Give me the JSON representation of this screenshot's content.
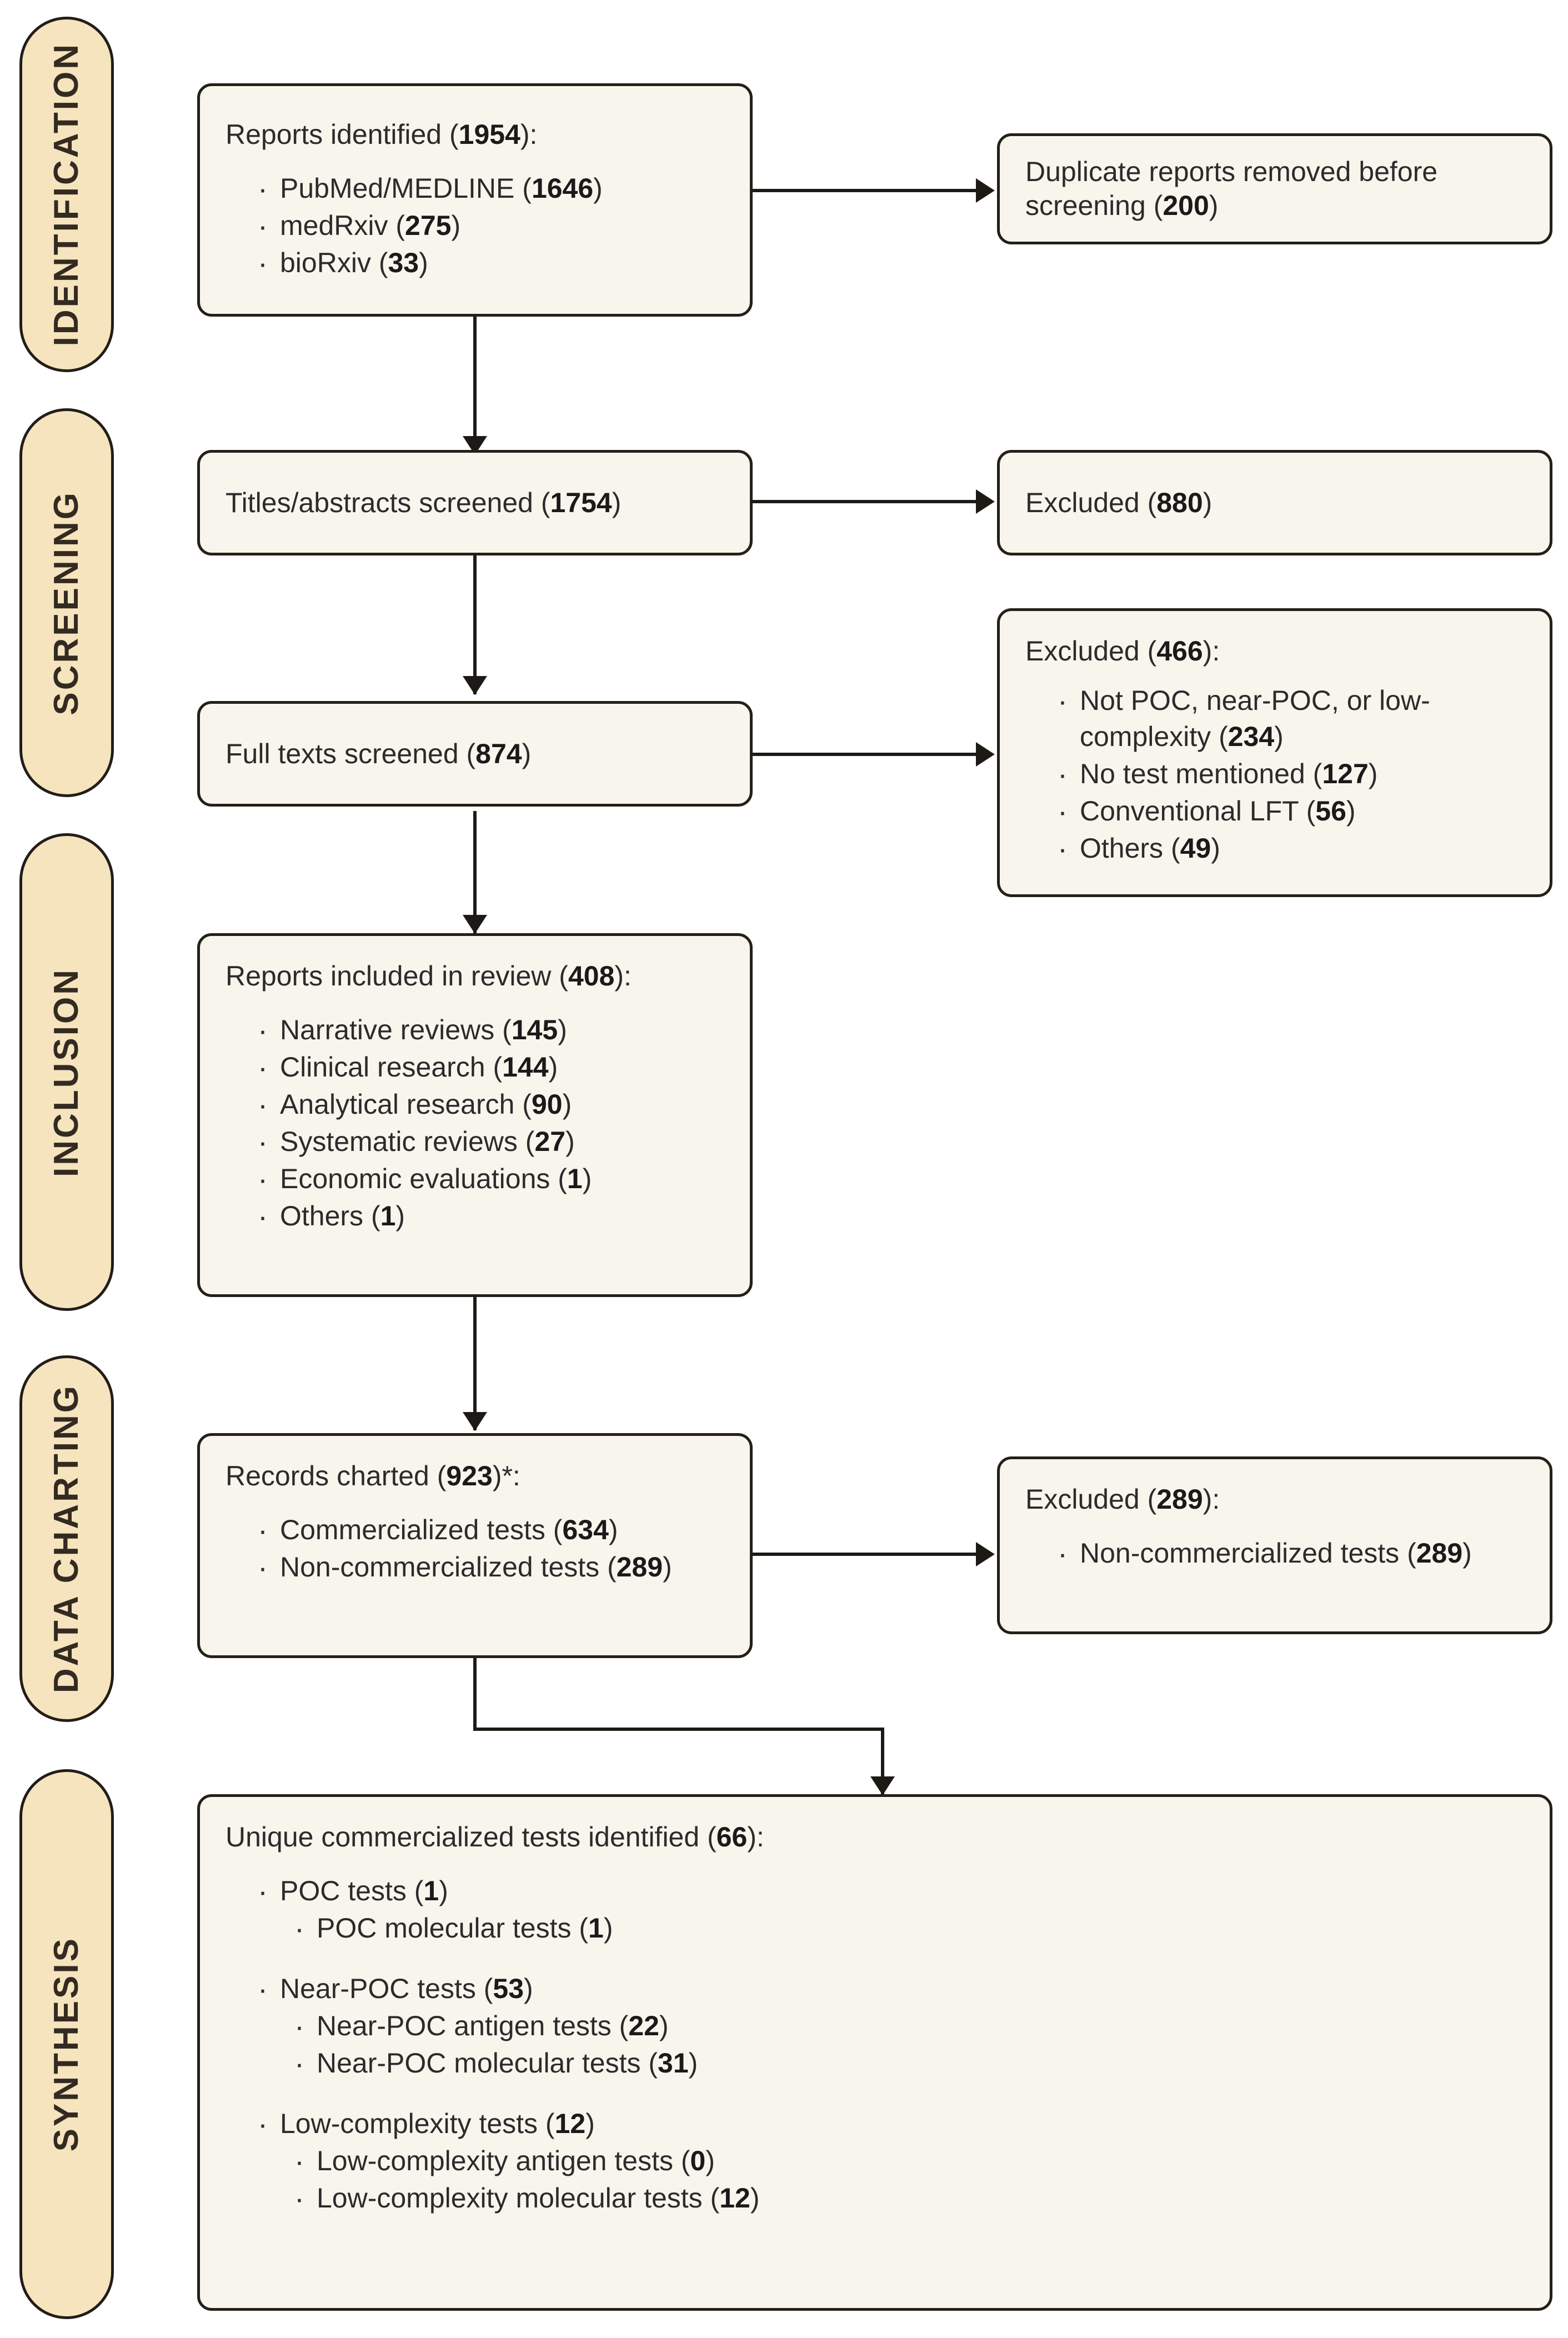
{
  "figure": {
    "type": "prisma-flow-diagram",
    "stages": [
      {
        "id": "identification",
        "label": "IDENTIFICATION"
      },
      {
        "id": "screening",
        "label": "SCREENING"
      },
      {
        "id": "inclusion",
        "label": "INCLUSION"
      },
      {
        "id": "data_charting",
        "label": "DATA CHARTING"
      },
      {
        "id": "synthesis",
        "label": "SYNTHESIS"
      }
    ],
    "colors": {
      "pill_fill": "#F6E4BE",
      "box_fill": "#F8F5ED",
      "stroke": "#242018",
      "text": "#2b2b2b"
    }
  },
  "boxes": {
    "reports_identified": {
      "title_pre": "Reports identified (",
      "title_num": "1954",
      "title_post": "):",
      "items": [
        {
          "pre": "PubMed/MEDLINE (",
          "num": "1646",
          "post": ")"
        },
        {
          "pre": "medRxiv (",
          "num": "275",
          "post": ")"
        },
        {
          "pre": "bioRxiv (",
          "num": "33",
          "post": ")"
        }
      ]
    },
    "duplicates_removed": {
      "title_pre": "Duplicate reports removed before screening (",
      "title_num": "200",
      "title_post": ")",
      "items": []
    },
    "titles_abstracts_screened": {
      "title_pre": "Titles/abstracts screened (",
      "title_num": "1754",
      "title_post": ")",
      "items": []
    },
    "excluded_880": {
      "title_pre": "Excluded (",
      "title_num": "880",
      "title_post": ")",
      "items": []
    },
    "full_texts_screened": {
      "title_pre": "Full texts screened (",
      "title_num": "874",
      "title_post": ")",
      "items": []
    },
    "excluded_466": {
      "title_pre": "Excluded (",
      "title_num": "466",
      "title_post": "):",
      "items": [
        {
          "pre": "Not POC, near-POC, or low-complexity (",
          "num": "234",
          "post": ")"
        },
        {
          "pre": "No test mentioned (",
          "num": "127",
          "post": ")"
        },
        {
          "pre": "Conventional LFT (",
          "num": "56",
          "post": ")"
        },
        {
          "pre": "Others (",
          "num": "49",
          "post": ")"
        }
      ]
    },
    "reports_included": {
      "title_pre": "Reports included in review (",
      "title_num": "408",
      "title_post": "):",
      "items": [
        {
          "pre": "Narrative reviews (",
          "num": "145",
          "post": ")"
        },
        {
          "pre": "Clinical research (",
          "num": "144",
          "post": ")"
        },
        {
          "pre": "Analytical research (",
          "num": "90",
          "post": ")"
        },
        {
          "pre": "Systematic reviews (",
          "num": "27",
          "post": ")"
        },
        {
          "pre": "Economic evaluations (",
          "num": "1",
          "post": ")"
        },
        {
          "pre": "Others (",
          "num": "1",
          "post": ")"
        }
      ]
    },
    "records_charted": {
      "title_pre": "Records charted (",
      "title_num": "923",
      "title_post": ")*:",
      "items": [
        {
          "pre": "Commercialized tests (",
          "num": "634",
          "post": ")"
        },
        {
          "pre": "Non-commercialized tests (",
          "num": "289",
          "post": ")"
        }
      ]
    },
    "excluded_289": {
      "title_pre": "Excluded (",
      "title_num": "289",
      "title_post": "):",
      "items": [
        {
          "pre": "Non-commercialized tests (",
          "num": "289",
          "post": ")"
        }
      ]
    },
    "unique_tests": {
      "title_pre": "Unique commercialized tests identified (",
      "title_num": "66",
      "title_post": "):",
      "groups": [
        {
          "parent": {
            "pre": "POC tests (",
            "num": "1",
            "post": ")"
          },
          "children": [
            {
              "pre": "POC molecular tests (",
              "num": "1",
              "post": ")"
            }
          ]
        },
        {
          "parent": {
            "pre": "Near-POC tests (",
            "num": "53",
            "post": ")"
          },
          "children": [
            {
              "pre": "Near-POC antigen tests (",
              "num": "22",
              "post": ")"
            },
            {
              "pre": "Near-POC molecular tests (",
              "num": "31",
              "post": ")"
            }
          ]
        },
        {
          "parent": {
            "pre": "Low-complexity tests (",
            "num": "12",
            "post": ")"
          },
          "children": [
            {
              "pre": "Low-complexity antigen tests (",
              "num": "0",
              "post": ")"
            },
            {
              "pre": "Low-complexity molecular tests (",
              "num": "12",
              "post": ")"
            }
          ]
        }
      ]
    }
  }
}
